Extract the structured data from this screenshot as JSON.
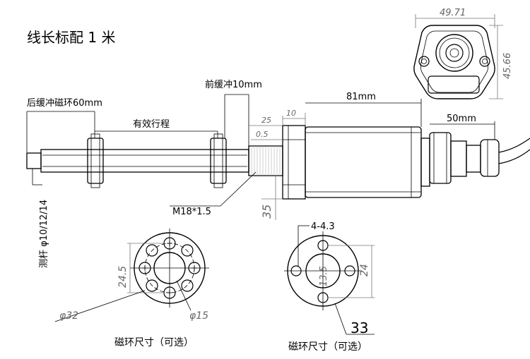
{
  "title": "线长标配 1 米",
  "side_view": {
    "rear_buffer": "后缓冲磁环60mm",
    "effective_stroke": "有效行程",
    "front_buffer": "前缓冲10mm",
    "body_length": "81mm",
    "cable_length": "50mm",
    "dim_25": "25",
    "dim_10": "10",
    "dim_05": "0.5",
    "dim_35": "35",
    "thread": "M18*1.5",
    "rod": "测杆 φ10/12/14"
  },
  "top_view": {
    "width": "49.71",
    "height": "45.66"
  },
  "ring_left": {
    "outer_dia": "φ32",
    "inner_dia": "φ15",
    "height": "24.5",
    "caption": "磁环尺寸（可选）"
  },
  "ring_right": {
    "holes": "4-4.3",
    "inner": "13.5",
    "height": "24",
    "outer": "33",
    "caption": "磁环尺寸（可选）"
  }
}
